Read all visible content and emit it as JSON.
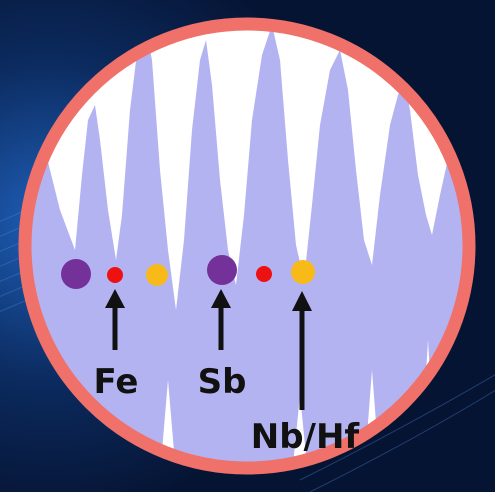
{
  "colors": {
    "background": "#081a3a",
    "ring": "#f0716a",
    "plot_fill": "#b3b3f2",
    "atom_large": "#74319a",
    "atom_small": "#ee1111",
    "atom_medium": "#f8ba18",
    "arrow": "#111111"
  },
  "labels": {
    "fe": "Fe",
    "sb": "Sb",
    "nbhf": "Nb/Hf"
  },
  "icons": {
    "large_atom": "purple-circle",
    "small_atom": "red-circle",
    "medium_atom": "yellow-circle"
  }
}
